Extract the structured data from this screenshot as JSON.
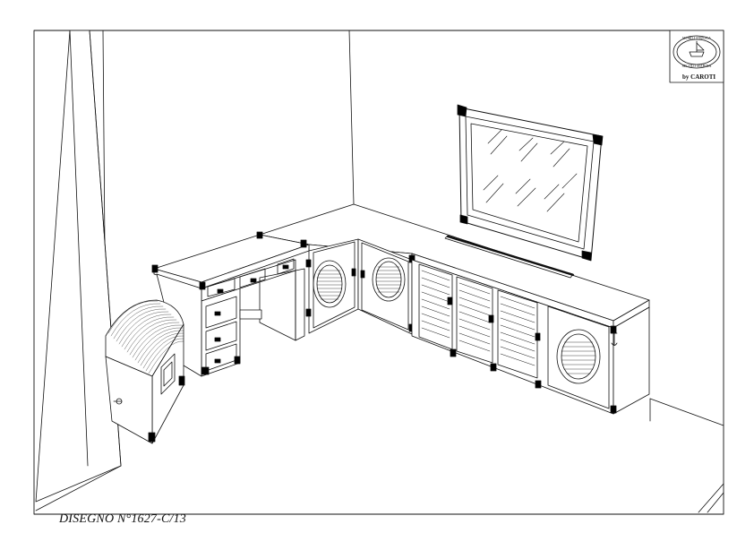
{
  "drawing": {
    "caption": "DISEGNO N°1627-C/13",
    "logo": {
      "top_text": "MOBILI D'EPOCA",
      "bottom_text": "SECOLO MARINA",
      "byline": "by CAROTI"
    },
    "colors": {
      "line": "#111111",
      "paper": "#ffffff",
      "accent_dark": "#000000"
    }
  }
}
